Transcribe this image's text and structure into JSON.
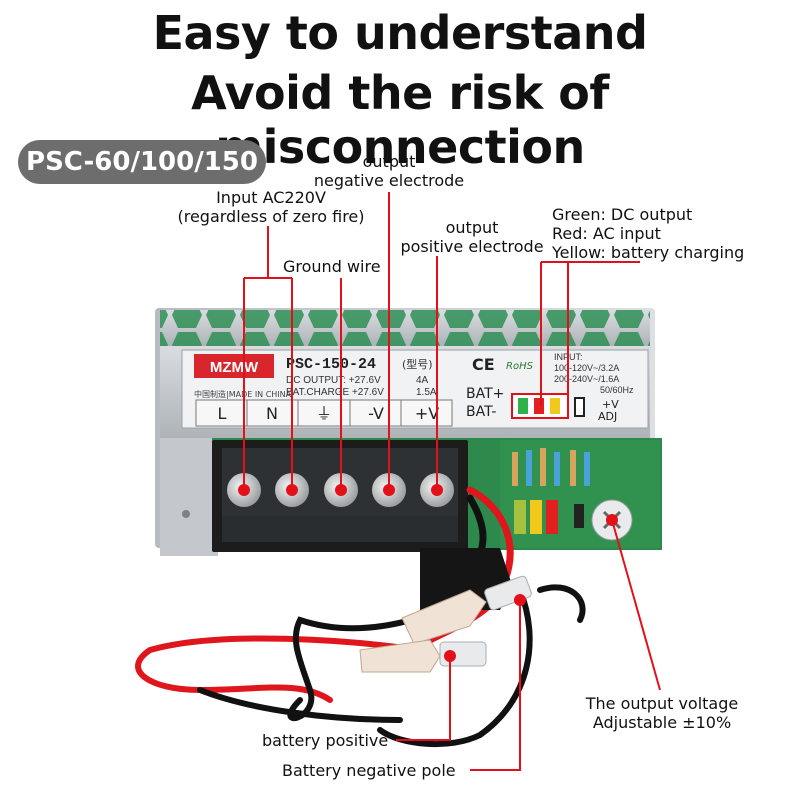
{
  "headline": {
    "line1": "Easy to understand",
    "line2": "Avoid the risk of misconnection"
  },
  "model_badge": "PSC-60/100/150",
  "callouts": {
    "output_negative": [
      "output",
      "negative electrode"
    ],
    "input_ac": [
      "Input AC220V",
      "(regardless of zero fire)"
    ],
    "output_positive": [
      "output",
      "positive electrode"
    ],
    "ground_wire": "Ground wire",
    "led_legend": [
      "Green: DC output",
      "Red: AC input",
      "Yellow: battery charging"
    ],
    "voltage_adjust": [
      "The output voltage",
      "Adjustable ±10%"
    ],
    "battery_positive": "battery positive",
    "battery_negative": "Battery negative pole"
  },
  "label_plate": {
    "brand": "MZMW",
    "model": "PSC-150-24",
    "model_suffix": "(型号)",
    "dc_output": "DC OUTPUT: +27.6V",
    "dc_output_current": "4A",
    "bat_charge": "BAT.CHARGE +27.6V",
    "bat_charge_current": "1.5A",
    "made_in": "中国制造|MADE IN CHINA",
    "input_title": "INPUT:",
    "input_line1": "100-120V~/3.2A",
    "input_line2": "200-240V~/1.6A",
    "input_freq": "50/60Hz",
    "ce": "CE",
    "rohs": "RoHS",
    "bat_plus": "BAT+",
    "bat_minus": "BAT-",
    "v_plus": "+V",
    "adj": "ADJ",
    "terminals": [
      "L",
      "N",
      "⏚",
      "-V",
      "+V"
    ]
  },
  "colors": {
    "callout_red": "#e3101a",
    "case_silver": "#c8ccd0",
    "pcb_green": "#2e8a4c",
    "terminal_black": "#1c1c1c",
    "badge_gray": "#6d6d6d",
    "led_green": "#2fb24a",
    "led_red": "#e32020",
    "led_yellow": "#f1c81c"
  }
}
